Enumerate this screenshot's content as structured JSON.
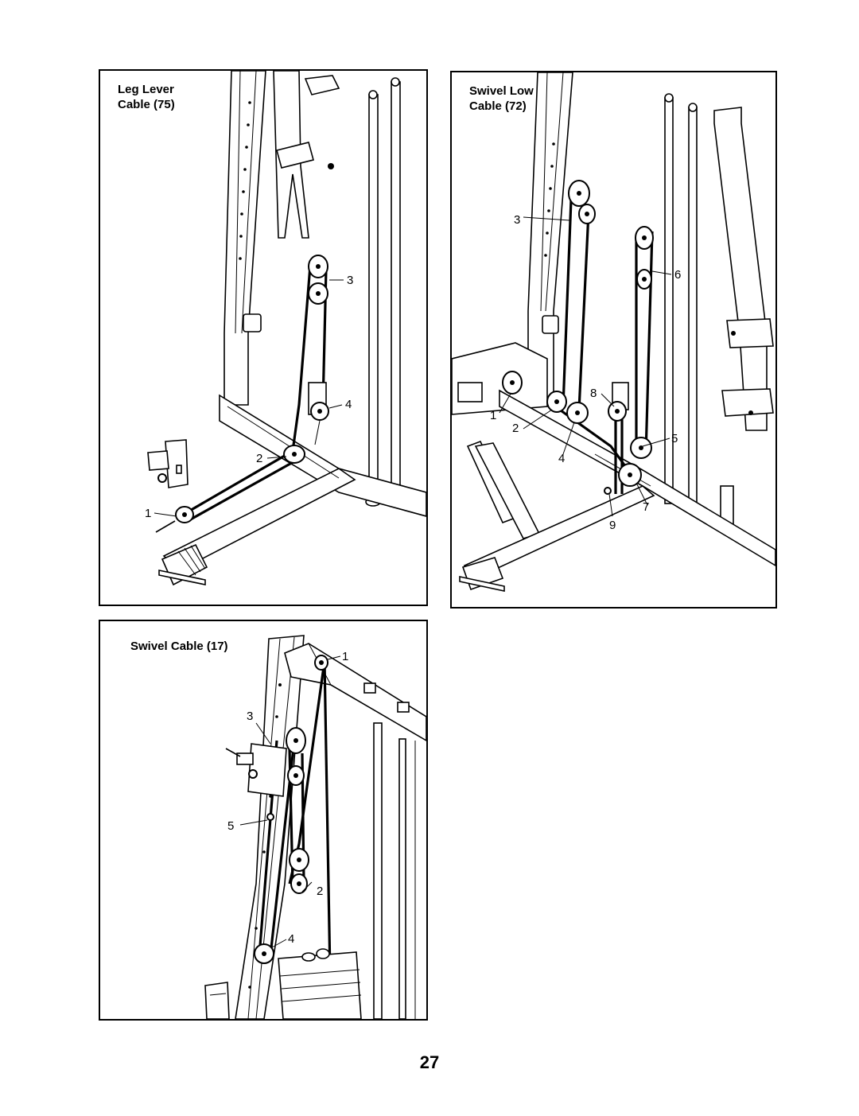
{
  "panels": {
    "leg_lever": {
      "title_line1": "Leg Lever",
      "title_line2": "Cable (75)",
      "callouts": [
        "1",
        "2",
        "3",
        "4"
      ]
    },
    "swivel_low": {
      "title_line1": "Swivel Low",
      "title_line2": "Cable (72)",
      "callouts": [
        "1",
        "2",
        "3",
        "4",
        "5",
        "6",
        "7",
        "8",
        "9"
      ]
    },
    "swivel": {
      "title": "Swivel Cable (17)",
      "callouts": [
        "1",
        "2",
        "3",
        "4",
        "5"
      ]
    }
  },
  "page_number": "27"
}
